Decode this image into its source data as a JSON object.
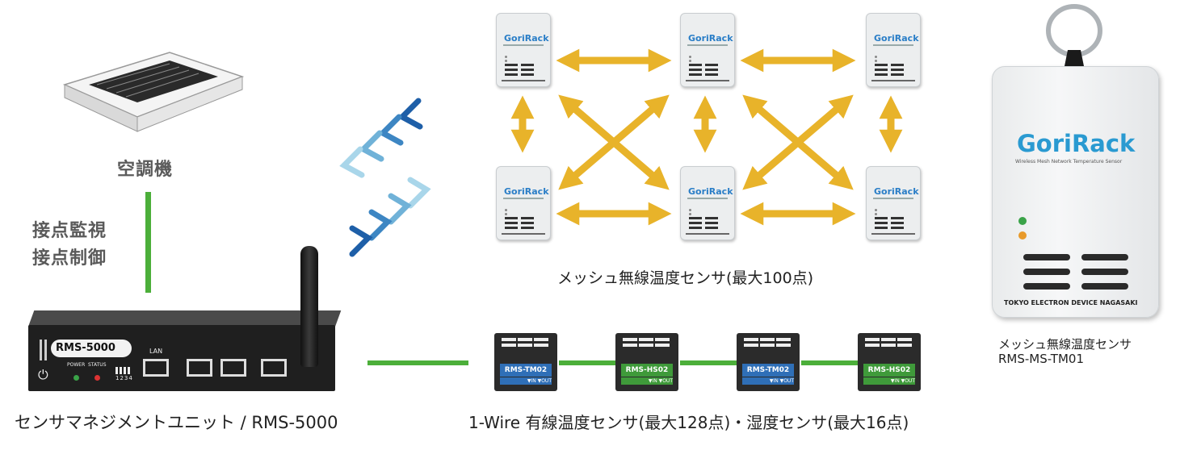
{
  "aircon": {
    "label": "空調機"
  },
  "contact": {
    "line1": "接点監視",
    "line2": "接点制御"
  },
  "unit": {
    "model_badge": "RMS-5000",
    "power_label": "POWER",
    "status_label": "STATUS",
    "port_numbers": "1234",
    "lan_label": "LAN",
    "caption": "センサマネジメントユニット / RMS-5000"
  },
  "mesh": {
    "logo": "GoriRack",
    "caption": "メッシュ無線温度センサ(最大100点)"
  },
  "sensor_large": {
    "logo": "GoriRack",
    "subtitle": "Wireless Mesh Network Temperature Sensor",
    "brand": "TOKYO ELECTRON DEVICE NAGASAKI",
    "caption_line1": "メッシュ無線温度センサ",
    "caption_line2": "RMS-MS-TM01"
  },
  "wired": {
    "devices": [
      {
        "model": "RMS-TM02",
        "color": "#2f6fb7",
        "io": "▼IN  ▼OUT"
      },
      {
        "model": "RMS-HS02",
        "color": "#3f9a3a",
        "io": "▼IN  ▼OUT"
      },
      {
        "model": "RMS-TM02",
        "color": "#2f6fb7",
        "io": "▼IN  ▼OUT"
      },
      {
        "model": "RMS-HS02",
        "color": "#3f9a3a",
        "io": "▼IN  ▼OUT"
      }
    ],
    "caption": "1-Wire 有線温度センサ(最大128点)・湿度センサ(最大16点)"
  },
  "colors": {
    "arrow": "#e8b32a",
    "link": "#4caf3a",
    "wave_dark": "#1e5fa8",
    "wave_light": "#9fd0e6"
  }
}
